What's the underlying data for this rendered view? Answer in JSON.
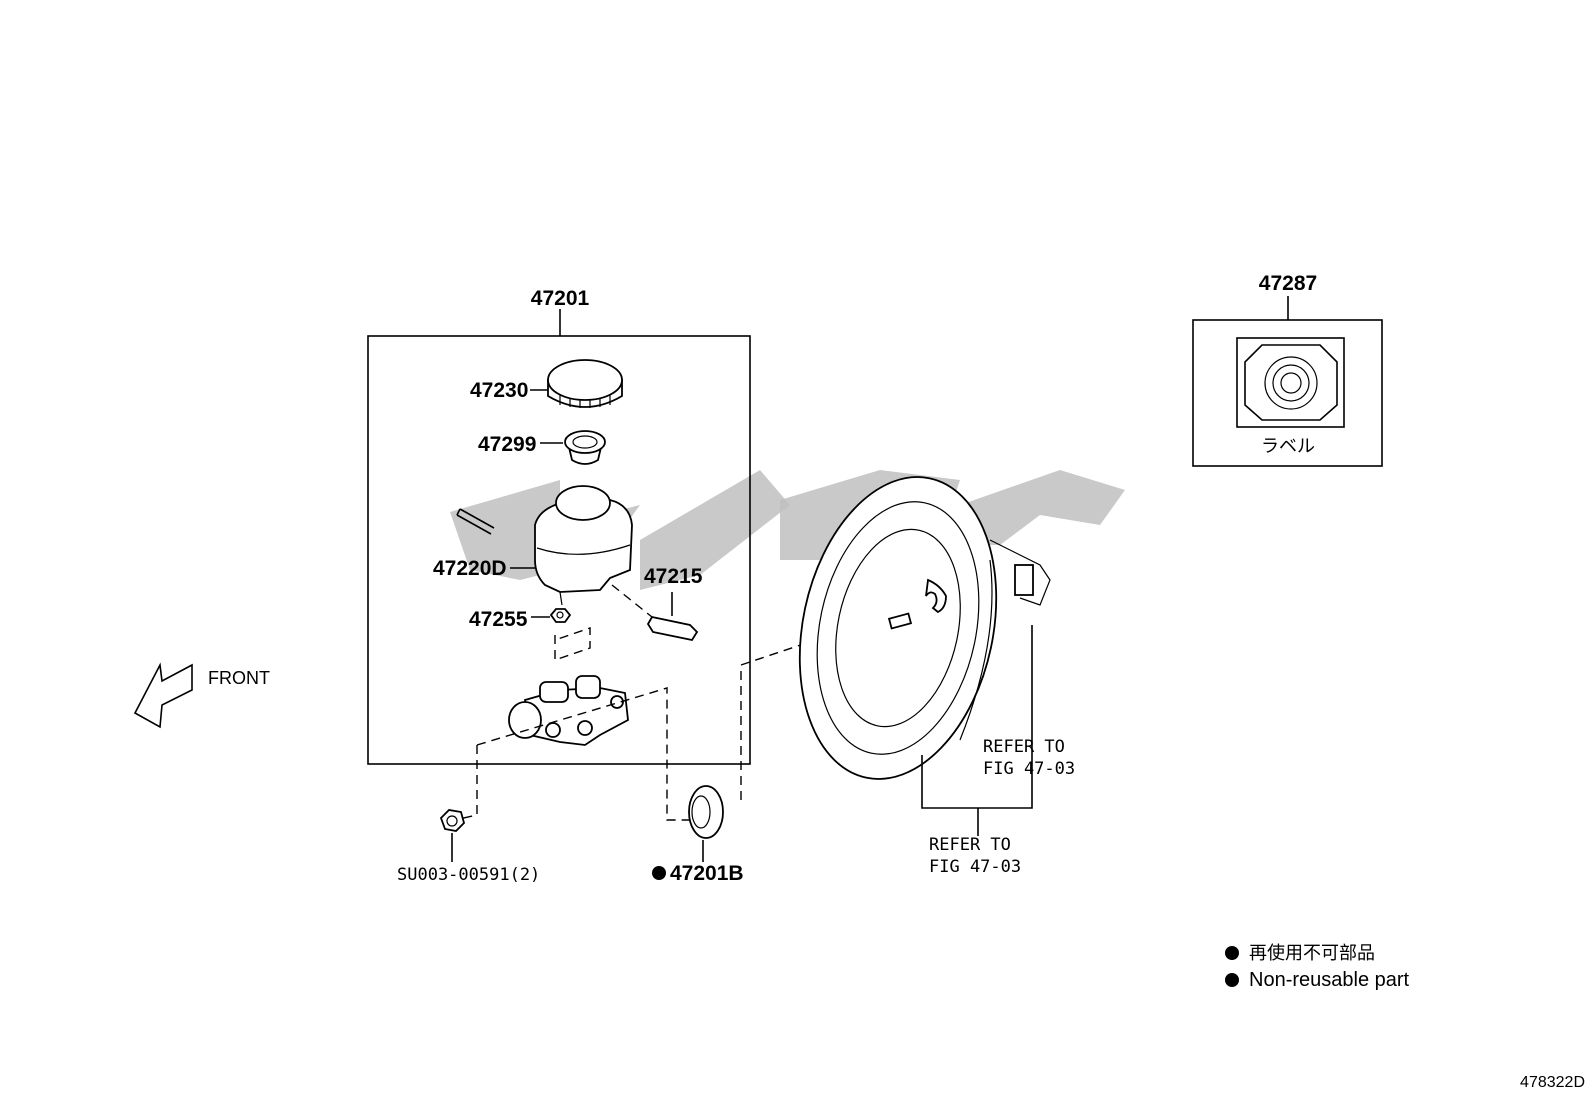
{
  "parts": {
    "p47201": "47201",
    "p47230": "47230",
    "p47299": "47299",
    "p47220D": "47220D",
    "p47215": "47215",
    "p47255": "47255",
    "p47287": "47287",
    "nut": "SU003-00591(2)",
    "p47201B": "47201B"
  },
  "label_card_text": "ラベル",
  "front": "FRONT",
  "refer1": {
    "line1": "REFER TO",
    "line2": "FIG 47-03"
  },
  "refer2": {
    "line1": "REFER TO",
    "line2": "FIG 47-03"
  },
  "legend": {
    "jp": "再使用不可部品",
    "en": "Non-reusable part"
  },
  "figure_id": "478322D",
  "colors": {
    "line": "#000000",
    "watermark": "#bfbfbf",
    "background": "#ffffff"
  }
}
